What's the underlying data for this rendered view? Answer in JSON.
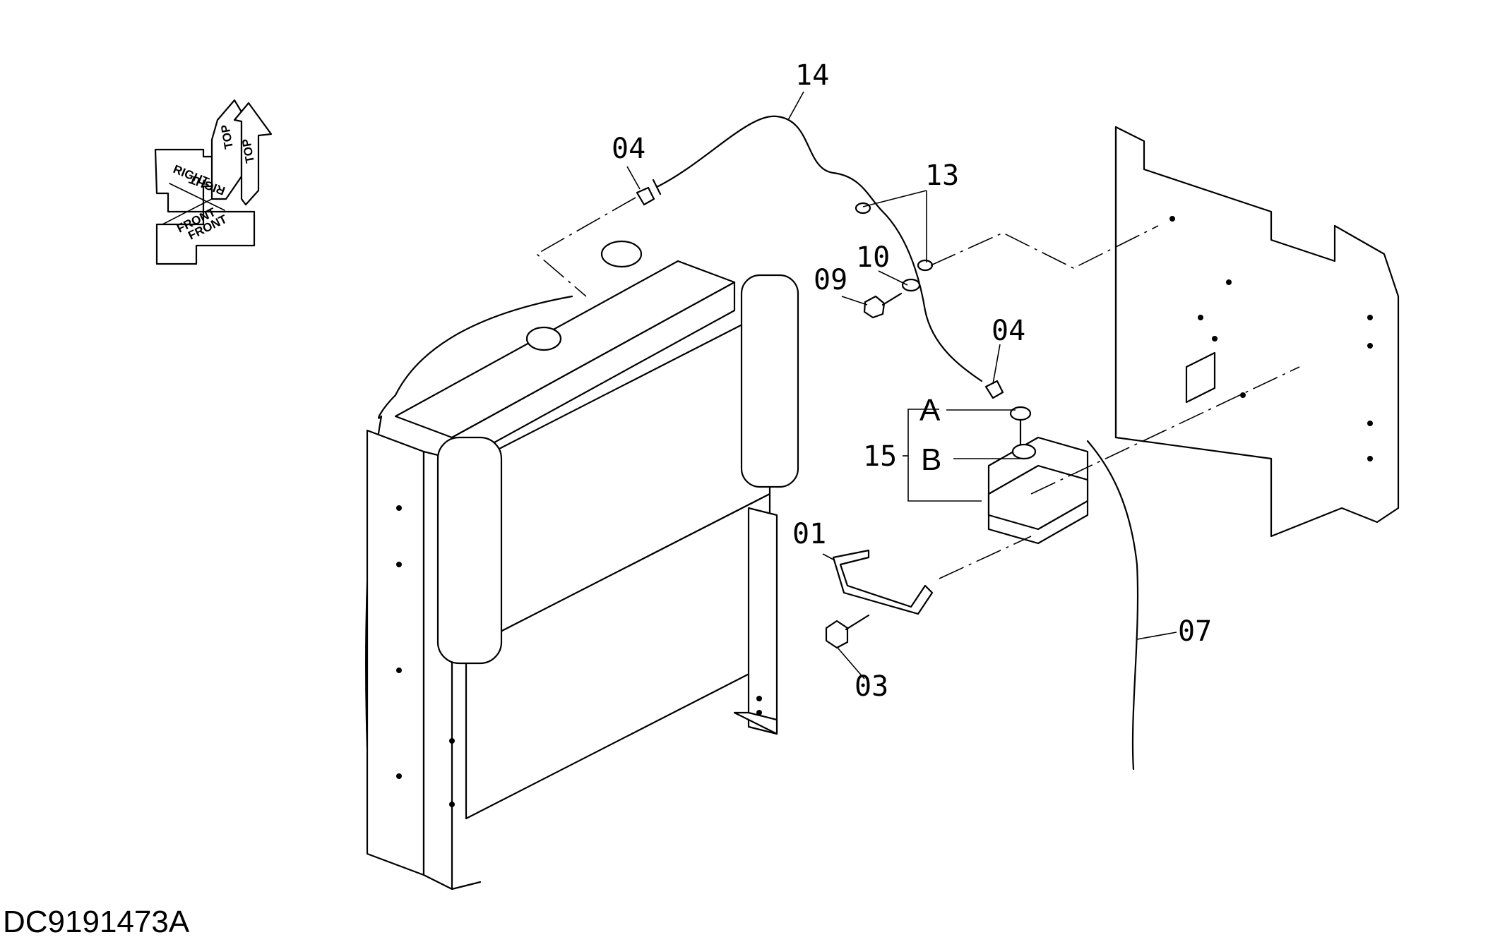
{
  "drawing_code": "DC9191473A",
  "orientation": {
    "top": "TOP",
    "right": "RIGHT",
    "front": "FRONT"
  },
  "callouts": {
    "c01": "01",
    "c03": "03",
    "c04_left": "04",
    "c04_right": "04",
    "c07": "07",
    "c09": "09",
    "c10": "10",
    "c13": "13",
    "c14": "14",
    "c15": "15"
  },
  "letters": {
    "a": "A",
    "b": "B"
  }
}
